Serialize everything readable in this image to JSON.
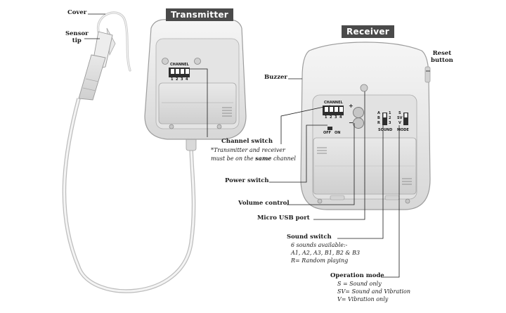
{
  "titles": {
    "transmitter": "Transmitter",
    "receiver": "Receiver"
  },
  "labels": {
    "cover": "Cover",
    "sensor_tip": [
      "Sensor",
      "tip"
    ],
    "buzzer": "Buzzer",
    "reset_button": [
      "Reset",
      "button"
    ],
    "channel_switch": "Channel switch",
    "power_switch": "Power switch",
    "volume_control": "Volume control",
    "micro_usb_port": "Micro USB port",
    "sound_switch": "Sound switch",
    "operation_mode": "Operation mode"
  },
  "notes": {
    "channel_note": [
      "*Transmitter and receiver",
      "must be on the ",
      "same",
      " channel"
    ],
    "sound_desc": [
      "6 sounds available:-",
      "A1, A2, A3, B1, B2 & B3",
      "R= Random playing"
    ],
    "mode_desc": [
      "S = Sound only",
      "SV= Sound and Vibration",
      "V= Vibration only"
    ]
  },
  "device_print": {
    "channel": "CHANNEL",
    "dip_numbers": [
      "1",
      "2",
      "3",
      "4"
    ],
    "off": "OFF",
    "on": "ON",
    "sound": "SOUND",
    "mode": "MODE",
    "plus": "+",
    "minus": "−",
    "sound_pos_left": [
      "A",
      "B",
      "R"
    ],
    "sound_pos_right": [
      "1",
      "2",
      "3"
    ],
    "mode_pos": [
      "S",
      "SV",
      "V"
    ]
  }
}
